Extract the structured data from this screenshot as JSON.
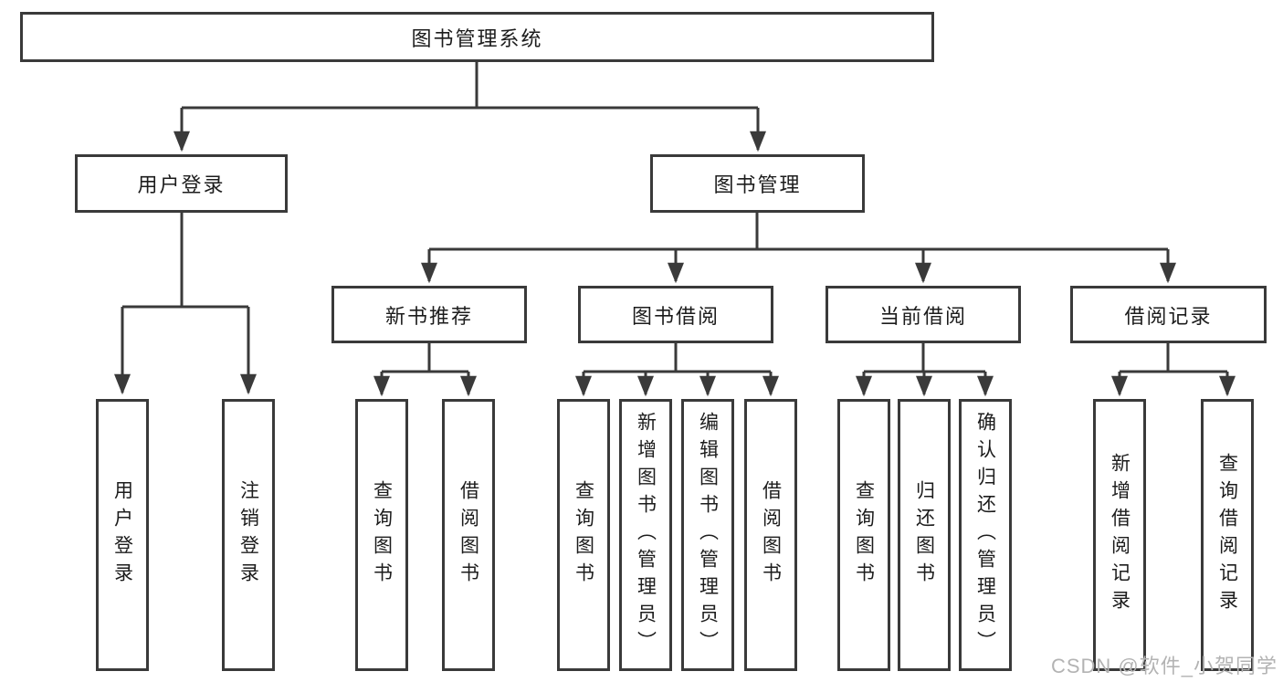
{
  "diagram": {
    "title": "图书管理系统",
    "root": {
      "label": "图书管理系统"
    },
    "level2": [
      {
        "label": "用户登录"
      },
      {
        "label": "图书管理"
      }
    ],
    "level3": [
      {
        "label": "新书推荐"
      },
      {
        "label": "图书借阅"
      },
      {
        "label": "当前借阅"
      },
      {
        "label": "借阅记录"
      }
    ],
    "leaves": {
      "user_login": [
        "用户登录",
        "注销登录"
      ],
      "new_book_recommend": [
        "查询图书",
        "借阅图书"
      ],
      "book_borrow": [
        "查询图书",
        "新增图书（管理员）",
        "编辑图书（管理员）",
        "借阅图书"
      ],
      "current_borrow": [
        "查询图书",
        "归还图书",
        "确认归还（管理员）"
      ],
      "borrow_records": [
        "新增借阅记录",
        "查询借阅记录"
      ]
    }
  },
  "watermark": "CSDN @软件_小贺同学",
  "colors": {
    "line": "#3a3a3a",
    "text": "#1c1c1c",
    "watermark": "#b3b3b3",
    "background": "#ffffff"
  }
}
